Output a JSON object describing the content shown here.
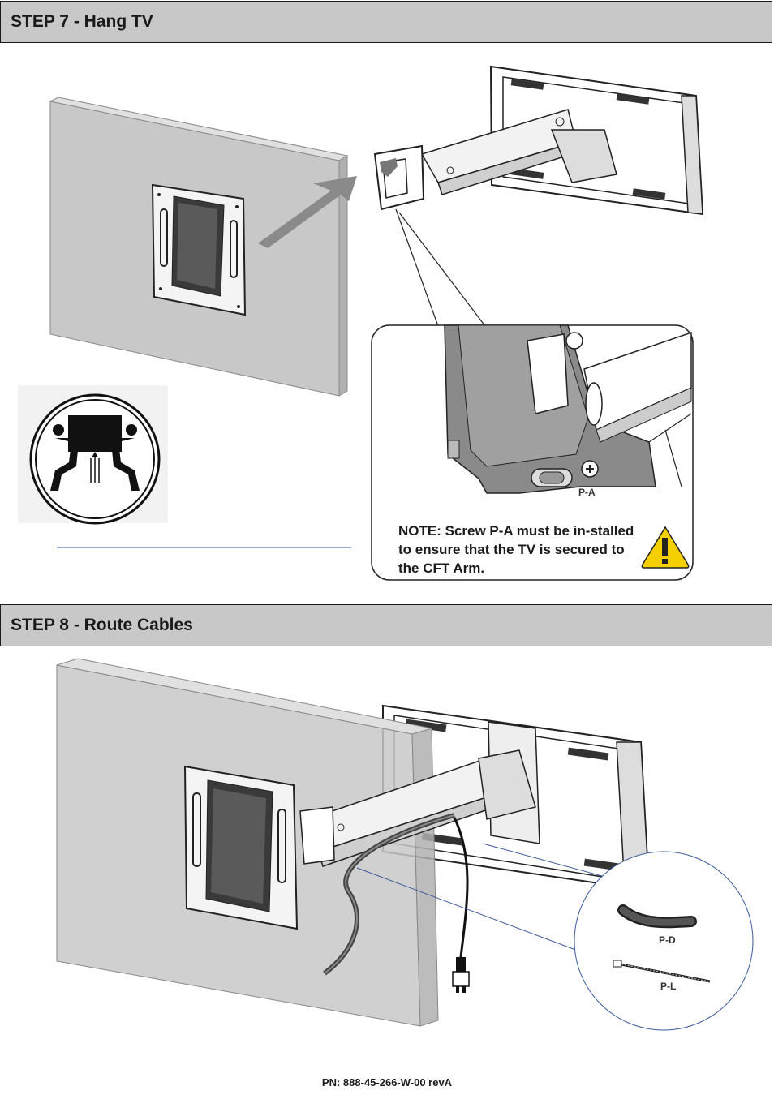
{
  "step7": {
    "title": "STEP 7 - Hang TV",
    "note": "NOTE:  Screw P-A  must be in-stalled to ensure that the TV is secured to the CFT Arm.",
    "callout_label": "P-A",
    "warning_icon": "warning-triangle-icon",
    "lift_icon": "two-person-lift-icon"
  },
  "step8": {
    "title": "STEP 8 - Route Cables",
    "part_d": "P-D",
    "part_l": "P-L"
  },
  "footer": {
    "pn": "PN: 888-45-266-W-00 revA"
  },
  "colors": {
    "header_bg": "#c8c8c8",
    "wall": "#c8c8c8",
    "warning": "#f5d000"
  }
}
